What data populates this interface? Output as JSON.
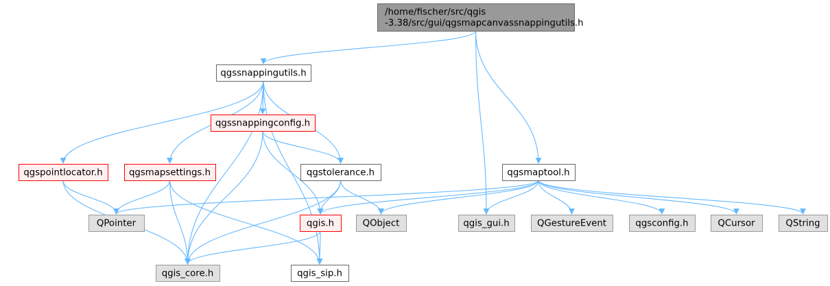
{
  "nodes": [
    {
      "id": "root",
      "lines": [
        "/home/fischer/src/qgis",
        "-3.38/src/gui/qgsmapcanvassnappingutils.h"
      ],
      "style": "root"
    },
    {
      "id": "snappingutils",
      "lines": [
        "qgssnappingutils.h"
      ],
      "style": "normal"
    },
    {
      "id": "snappingconfig",
      "lines": [
        "qgssnappingconfig.h"
      ],
      "style": "red"
    },
    {
      "id": "pointlocator",
      "lines": [
        "qgspointlocator.h"
      ],
      "style": "red"
    },
    {
      "id": "mapsettings",
      "lines": [
        "qgsmapsettings.h"
      ],
      "style": "red"
    },
    {
      "id": "tolerance",
      "lines": [
        "qgstolerance.h"
      ],
      "style": "normal"
    },
    {
      "id": "maptool",
      "lines": [
        "qgsmaptool.h"
      ],
      "style": "normal"
    },
    {
      "id": "qpointer",
      "lines": [
        "QPointer"
      ],
      "style": "gray"
    },
    {
      "id": "qgis",
      "lines": [
        "qgis.h"
      ],
      "style": "red"
    },
    {
      "id": "qobject",
      "lines": [
        "QObject"
      ],
      "style": "gray"
    },
    {
      "id": "qgis_gui",
      "lines": [
        "qgis_gui.h"
      ],
      "style": "gray"
    },
    {
      "id": "qgestureevent",
      "lines": [
        "QGestureEvent"
      ],
      "style": "gray"
    },
    {
      "id": "qgsconfig",
      "lines": [
        "qgsconfig.h"
      ],
      "style": "gray"
    },
    {
      "id": "qcursor",
      "lines": [
        "QCursor"
      ],
      "style": "gray"
    },
    {
      "id": "qstring",
      "lines": [
        "QString"
      ],
      "style": "gray"
    },
    {
      "id": "qgis_core",
      "lines": [
        "qgis_core.h"
      ],
      "style": "gray"
    },
    {
      "id": "qgis_sip",
      "lines": [
        "qgis_sip.h"
      ],
      "style": "normal"
    }
  ],
  "edges": [
    [
      "root",
      "snappingutils"
    ],
    [
      "root",
      "qgis_gui"
    ],
    [
      "root",
      "maptool"
    ],
    [
      "snappingutils",
      "qgis_core"
    ],
    [
      "snappingutils",
      "pointlocator"
    ],
    [
      "snappingutils",
      "mapsettings"
    ],
    [
      "snappingutils",
      "snappingconfig"
    ],
    [
      "snappingutils",
      "tolerance"
    ],
    [
      "snappingutils",
      "qgis_sip"
    ],
    [
      "snappingconfig",
      "qgis_core"
    ],
    [
      "snappingconfig",
      "tolerance"
    ],
    [
      "snappingconfig",
      "qgis"
    ],
    [
      "pointlocator",
      "qpointer"
    ],
    [
      "pointlocator",
      "qgis_core"
    ],
    [
      "mapsettings",
      "qpointer"
    ],
    [
      "mapsettings",
      "qgis_core"
    ],
    [
      "mapsettings",
      "qgis_sip"
    ],
    [
      "tolerance",
      "qgis"
    ],
    [
      "tolerance",
      "qobject"
    ],
    [
      "tolerance",
      "qgis_core"
    ],
    [
      "maptool",
      "qpointer"
    ],
    [
      "maptool",
      "qgis"
    ],
    [
      "maptool",
      "qobject"
    ],
    [
      "maptool",
      "qgis_gui"
    ],
    [
      "maptool",
      "qgestureevent"
    ],
    [
      "maptool",
      "qgsconfig"
    ],
    [
      "maptool",
      "qcursor"
    ],
    [
      "maptool",
      "qstring"
    ],
    [
      "qgis",
      "qgis_core"
    ],
    [
      "qgis",
      "qgis_sip"
    ]
  ],
  "colors": {
    "edge": "#63b8ff",
    "root_fill": "#999999",
    "root_stroke": "#666666",
    "normal_fill": "#ffffff",
    "normal_stroke": "#666666",
    "red_fill": "#fff0f0",
    "red_stroke": "#ff0000",
    "gray_fill": "#e0e0e0",
    "gray_stroke": "#999999",
    "text": "#000000"
  }
}
